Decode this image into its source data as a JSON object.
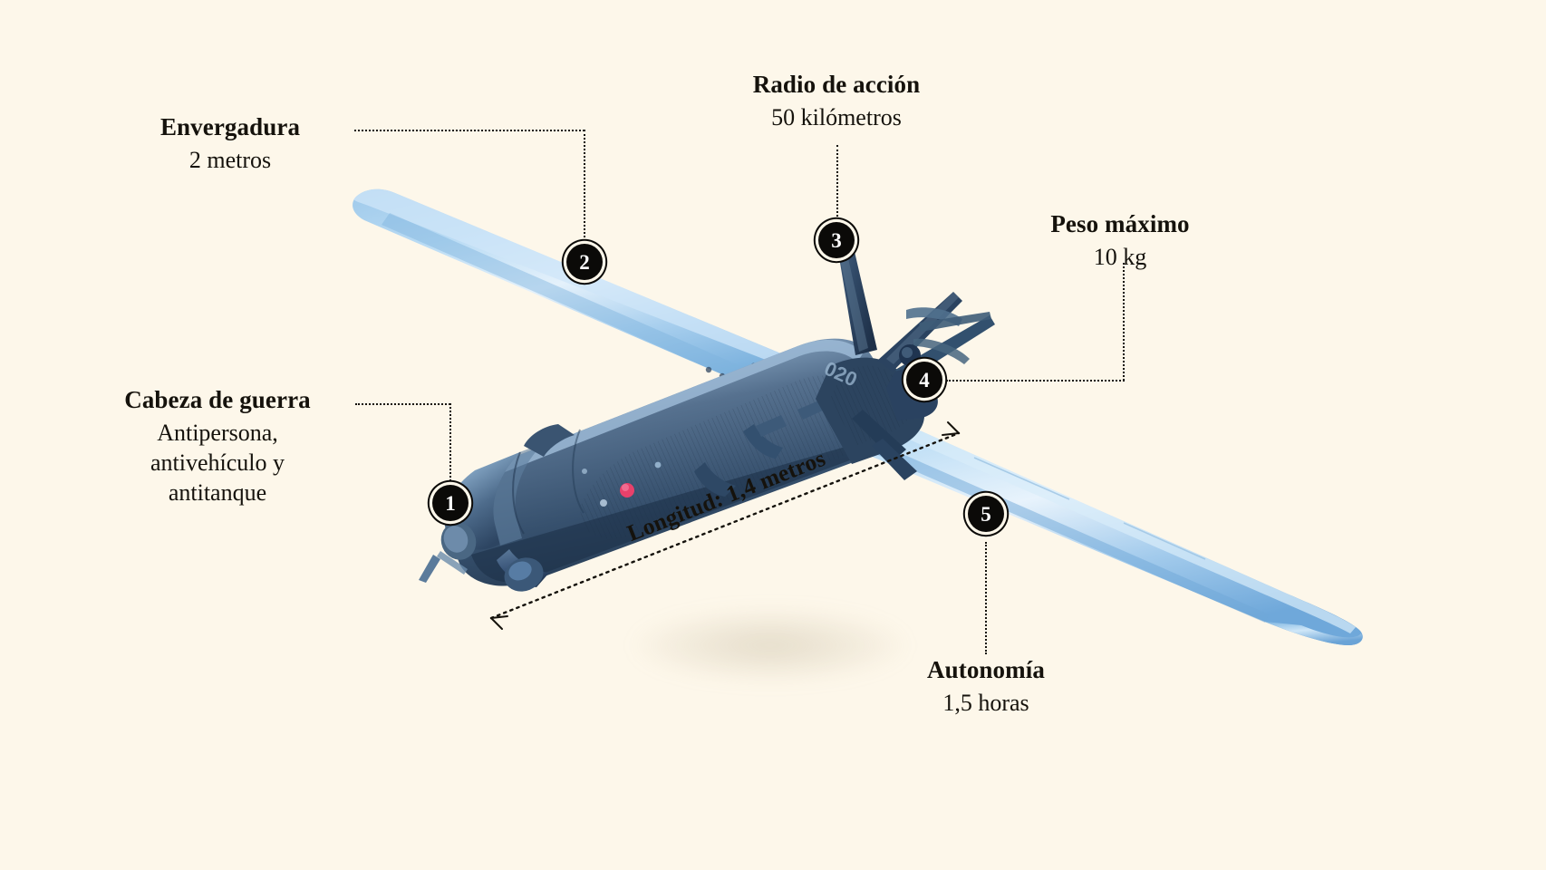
{
  "background_color": "#fdf7ea",
  "text_color": "#15120c",
  "marker_color": "#0b0a08",
  "drone_colors": {
    "wing_light": "#cfe6f7",
    "wing_mid": "#8ebfe6",
    "wing_edge": "#6aa6d8",
    "fuselage_dark": "#2f4560",
    "fuselage_mid": "#46637f",
    "fuselage_light": "#7d9cbb",
    "accent_red": "#e8416b"
  },
  "callouts": [
    {
      "id": 1,
      "name": "cabeza-de-guerra",
      "title": "Cabeza de guerra",
      "value": "Antipersona,\nantivehículo y\nantitanque",
      "value_lines": [
        "Antipersona,",
        "antivehículo y",
        "antitanque"
      ]
    },
    {
      "id": 2,
      "name": "envergadura",
      "title": "Envergadura",
      "value": "2 metros",
      "value_lines": [
        "2 metros"
      ]
    },
    {
      "id": 3,
      "name": "radio-de-accion",
      "title": "Radio de acción",
      "value": "50 kilómetros",
      "value_lines": [
        "50 kilómetros"
      ]
    },
    {
      "id": 4,
      "name": "peso-maximo",
      "title": "Peso máximo",
      "value": "10 kg",
      "value_lines": [
        "10 kg"
      ]
    },
    {
      "id": 5,
      "name": "autonomia",
      "title": "Autonomía",
      "value": "1,5 horas",
      "value_lines": [
        "1,5 horas"
      ]
    }
  ],
  "markers": [
    {
      "label": "1",
      "for": "cabeza-de-guerra"
    },
    {
      "label": "2",
      "for": "envergadura"
    },
    {
      "label": "3",
      "for": "radio-de-accion"
    },
    {
      "label": "4",
      "for": "peso-maximo"
    },
    {
      "label": "5",
      "for": "autonomia"
    }
  ],
  "length_measurement": {
    "label": "Longitud: 1,4 metros",
    "style": "dimension-line-with-arrows"
  }
}
